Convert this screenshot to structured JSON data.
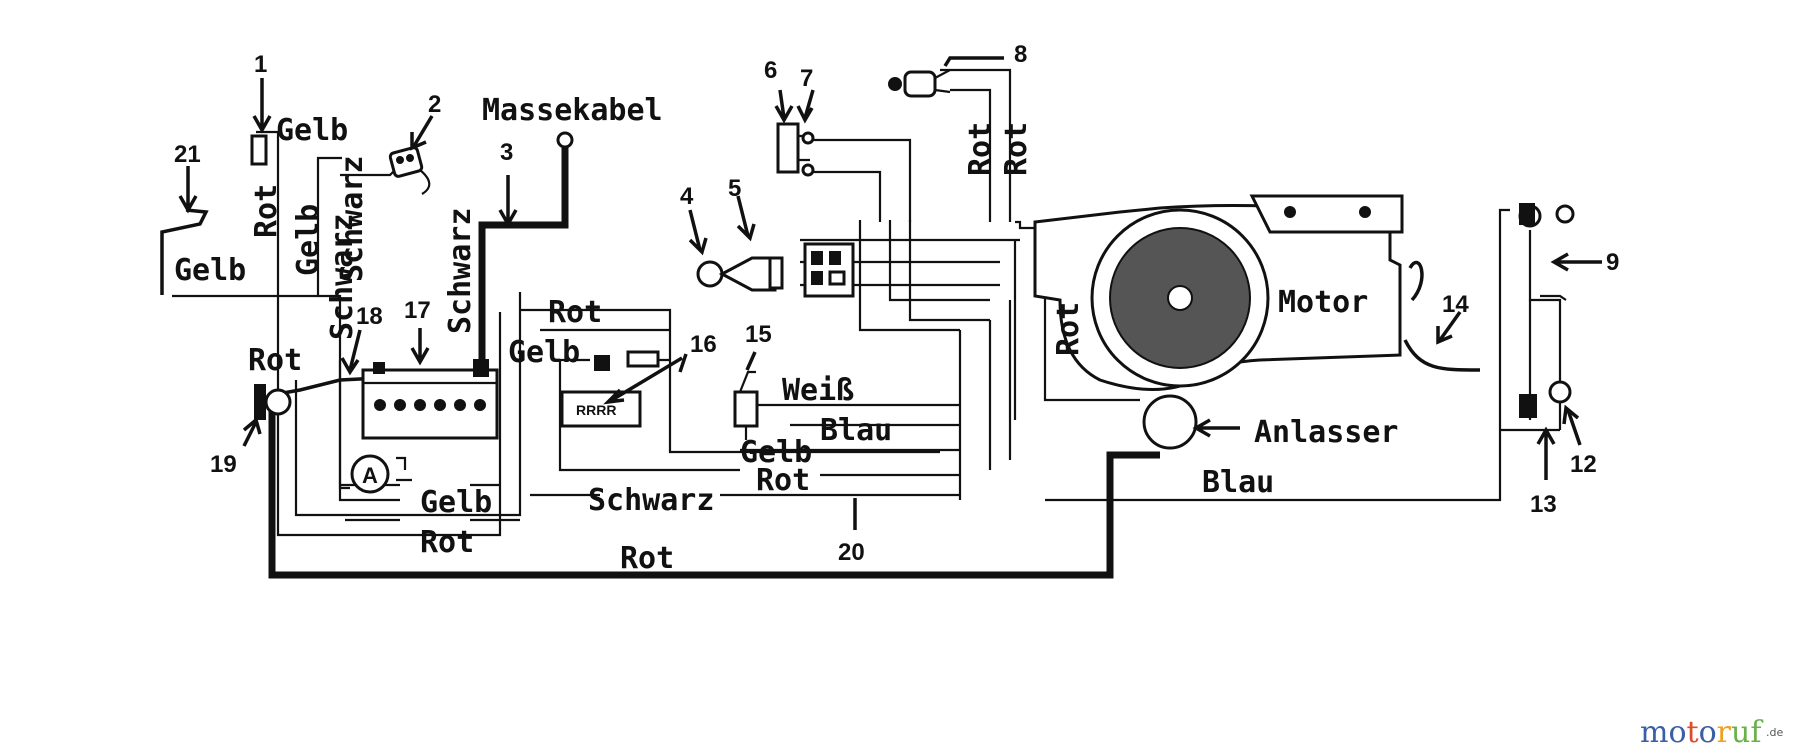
{
  "diagram": {
    "labels": {
      "gelb_top": "Gelb",
      "rot_left_vertical": "Rot",
      "gelb_left_vertical": "Gelb",
      "schwarz_vertical_1": "Schwarz",
      "schwarz_vertical_2": "Schwarz",
      "massekabel": "Massekabel",
      "gelb_21": "Gelb",
      "rot_19": "Rot",
      "rot_16": "Rot",
      "gelb_16": "Gelb",
      "rot_8a": "Rot",
      "rot_8b": "Rot",
      "rot_motor": "Rot",
      "motor": "Motor",
      "weiss": "Weiß",
      "blau_1": "Blau",
      "gelb_mid": "Gelb",
      "rot_mid": "Rot",
      "gelb_a": "Gelb",
      "schwarz_bottom": "Schwarz",
      "rot_a": "Rot",
      "rot_bottom": "Rot",
      "anlasser": "Anlasser",
      "blau_2": "Blau",
      "circle_a": "A"
    },
    "numbers": [
      "1",
      "2",
      "3",
      "4",
      "5",
      "6",
      "7",
      "8",
      "9",
      "12",
      "13",
      "14",
      "15",
      "16",
      "17",
      "18",
      "19",
      "20",
      "21"
    ]
  },
  "watermark": {
    "text": "motoruf",
    "suffix": ".de",
    "colors": [
      "#3a5fa8",
      "#3a5fa8",
      "#e04a2a",
      "#3a5fa8",
      "#f0a020",
      "#6ab04c",
      "#6ab04c"
    ]
  }
}
